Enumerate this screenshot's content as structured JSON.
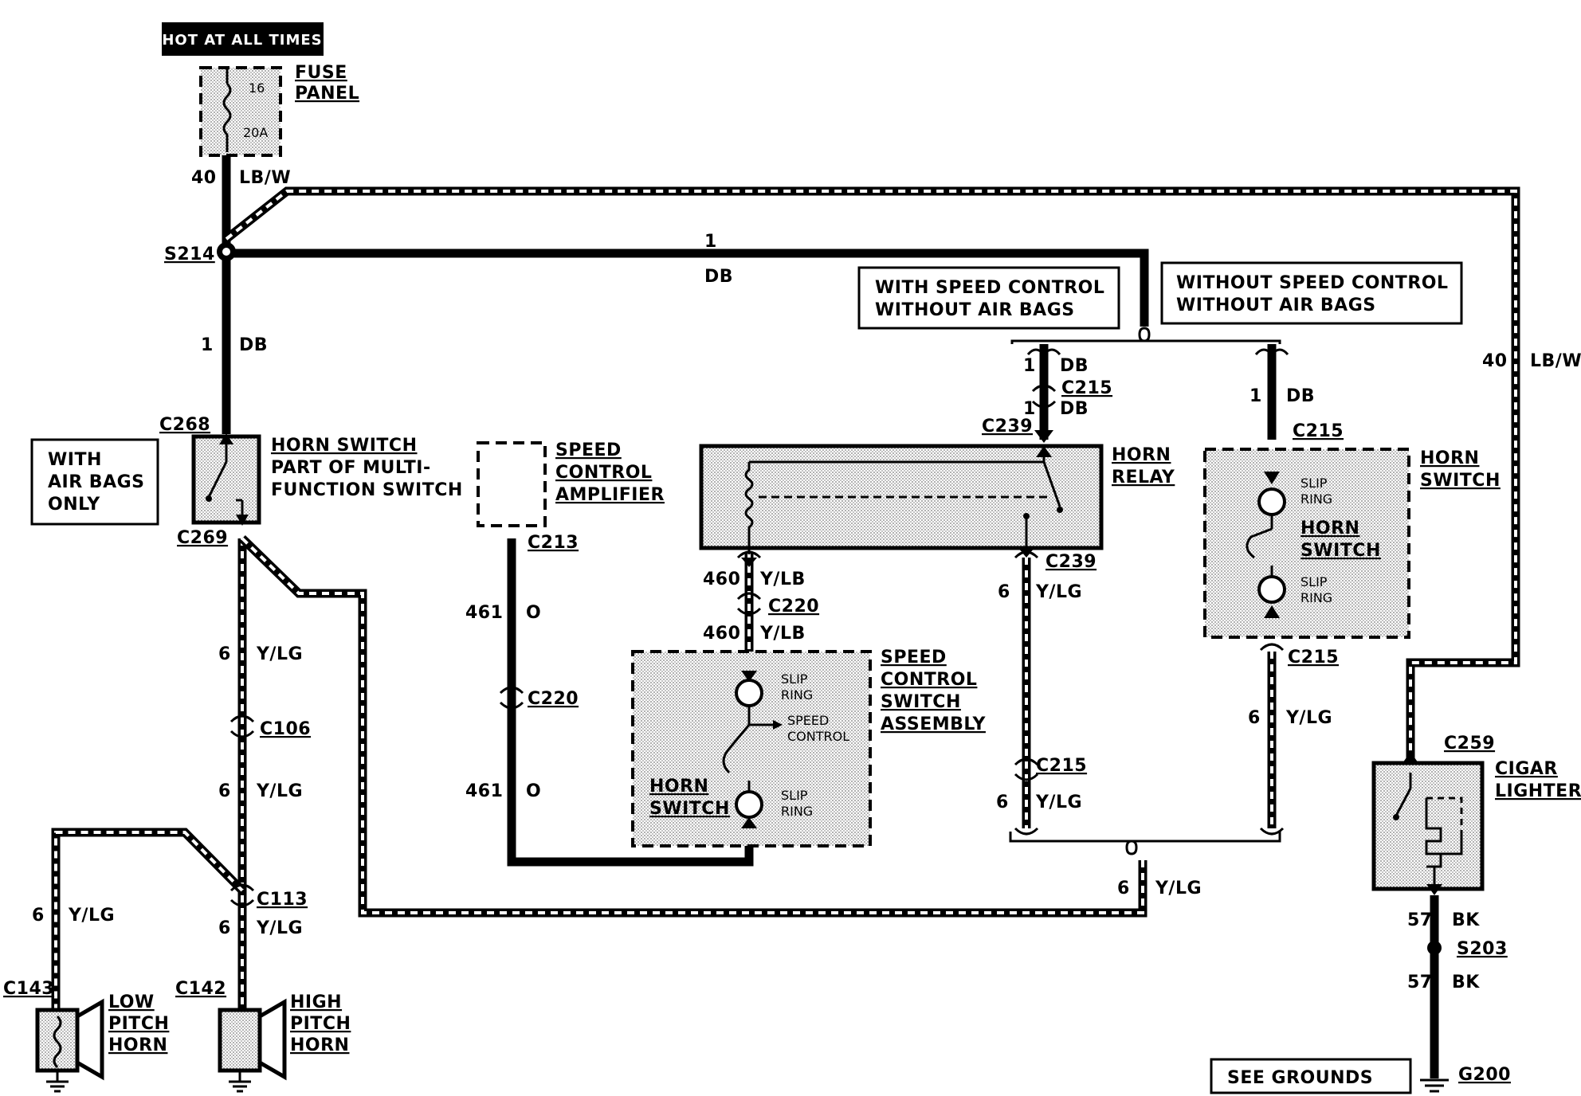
{
  "header": {
    "hot_label": "HOT AT ALL TIMES"
  },
  "fuse_panel": {
    "title1": "FUSE",
    "title2": "PANEL",
    "fuse_number": "16",
    "fuse_rating": "20A"
  },
  "splices": {
    "s214": "S214",
    "s203": "S203"
  },
  "connectors": {
    "c268": "C268",
    "c269": "C269",
    "c106": "C106",
    "c113": "C113",
    "c143": "C143",
    "c142": "C142",
    "c213": "C213",
    "c220a": "C220",
    "c220b": "C220",
    "c239a": "C239",
    "c239b": "C239",
    "c215a": "C215",
    "c215b": "C215",
    "c215c": "C215",
    "c215d": "C215",
    "c259": "C259"
  },
  "wires": {
    "w40_top": {
      "num": "40",
      "color": "LB/W"
    },
    "w40_right": {
      "num": "40",
      "color": "LB/W"
    },
    "w1_mid": {
      "num": "1",
      "color": "DB"
    },
    "w1_left": {
      "num": "1",
      "color": "DB"
    },
    "w1_relay_a": {
      "num": "1",
      "color": "DB"
    },
    "w1_relay_b": {
      "num": "1",
      "color": "DB"
    },
    "w1_right": {
      "num": "1",
      "color": "DB"
    },
    "w6_a": {
      "num": "6",
      "color": "Y/LG"
    },
    "w6_b": {
      "num": "6",
      "color": "Y/LG"
    },
    "w6_c": {
      "num": "6",
      "color": "Y/LG"
    },
    "w6_d": {
      "num": "6",
      "color": "Y/LG"
    },
    "w6_e": {
      "num": "6",
      "color": "Y/LG"
    },
    "w6_f": {
      "num": "6",
      "color": "Y/LG"
    },
    "w6_g": {
      "num": "6",
      "color": "Y/LG"
    },
    "w6_h": {
      "num": "6",
      "color": "Y/LG"
    },
    "w461_a": {
      "num": "461",
      "color": "O"
    },
    "w461_b": {
      "num": "461",
      "color": "O"
    },
    "w460_a": {
      "num": "460",
      "color": "Y/LB"
    },
    "w460_b": {
      "num": "460",
      "color": "Y/LB"
    },
    "w57_a": {
      "num": "57",
      "color": "BK"
    },
    "w57_b": {
      "num": "57",
      "color": "BK"
    }
  },
  "callouts": {
    "with_airbags": [
      "WITH",
      "AIR BAGS",
      "ONLY"
    ],
    "with_speed": [
      "WITH SPEED CONTROL",
      "WITHOUT AIR BAGS"
    ],
    "without_speed": [
      "WITHOUT SPEED CONTROL",
      "WITHOUT AIR BAGS"
    ],
    "see_grounds": "SEE GROUNDS"
  },
  "components": {
    "horn_switch_mf": [
      "HORN SWITCH",
      "PART OF MULTI-",
      "FUNCTION SWITCH"
    ],
    "speed_amp": [
      "SPEED",
      "CONTROL",
      "AMPLIFIER"
    ],
    "horn_relay": [
      "HORN",
      "RELAY"
    ],
    "horn_switch_r": [
      "HORN",
      "SWITCH"
    ],
    "speed_switch_asm": [
      "SPEED",
      "CONTROL",
      "SWITCH",
      "ASSEMBLY"
    ],
    "cigar": [
      "CIGAR",
      "LIGHTER"
    ],
    "low_horn": [
      "LOW",
      "PITCH",
      "HORN"
    ],
    "high_horn": [
      "HIGH",
      "PITCH",
      "HORN"
    ],
    "slip_ring_a": [
      "SLIP",
      "RING"
    ],
    "slip_ring_b": [
      "SLIP",
      "RING"
    ],
    "slip_ring_c": [
      "SLIP",
      "RING"
    ],
    "slip_ring_d": [
      "SLIP",
      "RING"
    ],
    "speed_control_out": [
      "SPEED",
      "CONTROL"
    ],
    "horn_switch_inner_a": [
      "HORN",
      "SWITCH"
    ],
    "horn_switch_inner_b": [
      "HORN",
      "SWITCH"
    ],
    "ground_g200": "G200"
  }
}
